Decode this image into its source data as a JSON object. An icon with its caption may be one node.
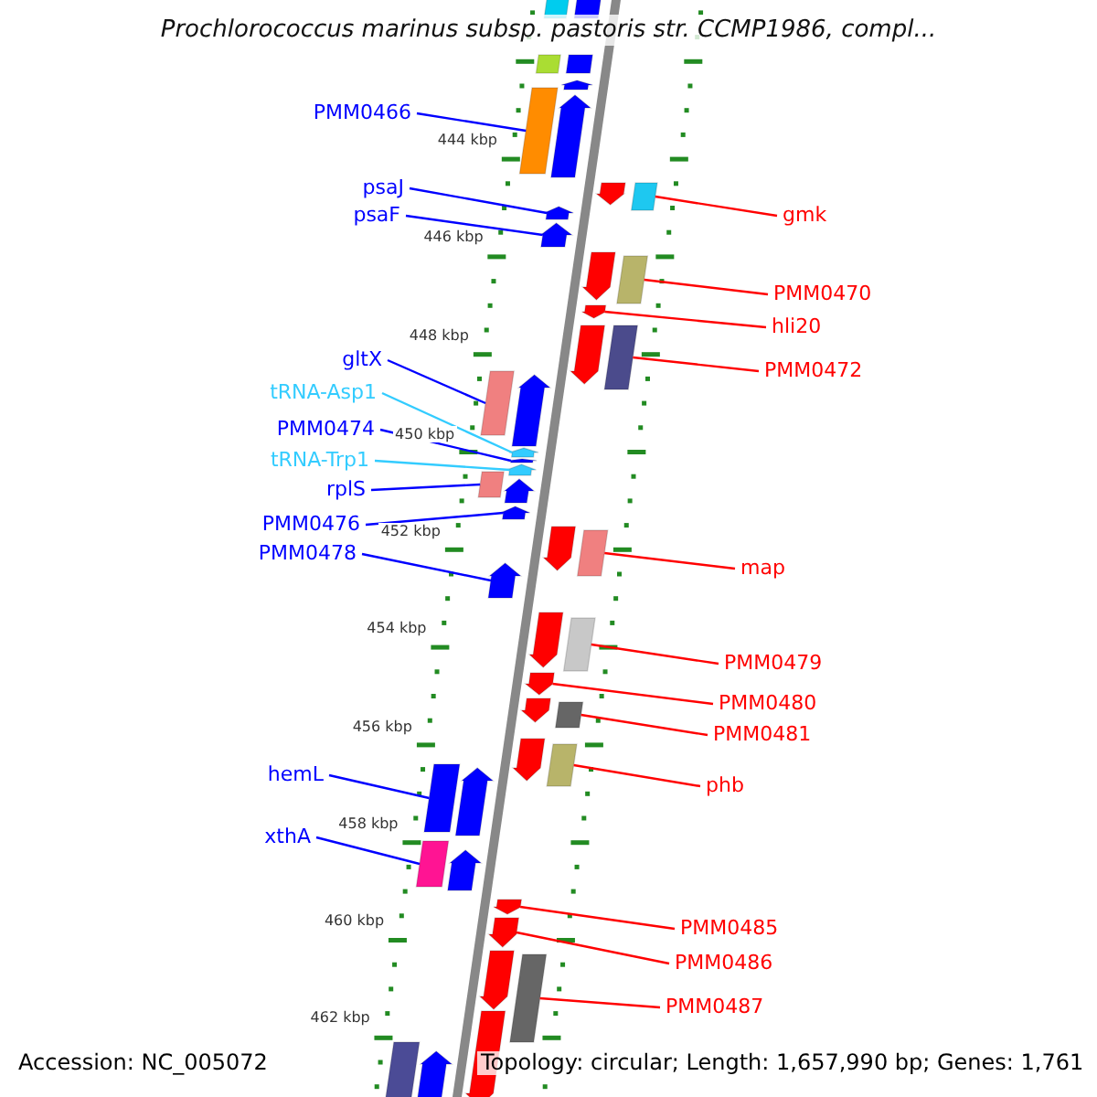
{
  "diagram": {
    "title": "Prochlorococcus marinus subsp. pastoris str. CCMP1986, compl...",
    "nodes": [
      {
        "text": [
          "PMM0466"
        ]
      },
      {
        "text": [
          "psaJ"
        ]
      },
      {
        "text": [
          "psaF"
        ]
      },
      {
        "text": [
          "gmk"
        ]
      },
      {
        "text": [
          "PMM0470"
        ]
      },
      {
        "text": [
          "hli20"
        ]
      },
      {
        "text": [
          "gltX"
        ]
      },
      {
        "text": [
          "PMM0472"
        ]
      },
      {
        "text": [
          "tRNA-Asp1"
        ]
      },
      {
        "text": [
          "PMM0474"
        ]
      },
      {
        "text": [
          "tRNA-Trp1"
        ]
      },
      {
        "text": [
          "rplS"
        ]
      },
      {
        "text": [
          "PMM0476"
        ]
      },
      {
        "text": [
          "PMM0478"
        ]
      },
      {
        "text": [
          "map"
        ]
      },
      {
        "text": [
          "PMM0479"
        ]
      },
      {
        "text": [
          "PMM0480"
        ]
      },
      {
        "text": [
          "PMM0481"
        ]
      },
      {
        "text": [
          "hemL"
        ]
      },
      {
        "text": [
          "phb"
        ]
      },
      {
        "text": [
          "xthA"
        ]
      },
      {
        "text": [
          "PMM0485"
        ]
      },
      {
        "text": [
          "PMM0486"
        ]
      },
      {
        "text": [
          "PMM0487"
        ]
      },
      {
        "text": [],
        "shape": "box"
      },
      {
        "text": [],
        "shape": "box"
      },
      {
        "text": [],
        "shape": "box"
      },
      {
        "text": [],
        "shape": "box"
      },
      {
        "text": [],
        "shape": "pentagon"
      },
      {
        "text": [],
        "shape": "box"
      },
      {
        "text": [],
        "shape": "pentagon"
      },
      {
        "text": [],
        "shape": "pentagon"
      },
      {
        "text": [],
        "shape": "pentagon"
      },
      {
        "text": [],
        "shape": "pentagon"
      },
      {
        "text": [],
        "shape": "box"
      },
      {
        "text": [],
        "shape": "pentagon"
      },
      {
        "text": [],
        "shape": "box"
      },
      {
        "text": [],
        "shape": "pentagon"
      },
      {
        "text": [],
        "shape": "pentagon"
      },
      {
        "text": [],
        "shape": "box"
      },
      {
        "text": [],
        "shape": "box"
      },
      {
        "text": [],
        "shape": "pentagon"
      },
      {
        "text": [],
        "shape": "pentagon"
      },
      {
        "text": [],
        "shape": "pentagon"
      },
      {
        "text": [],
        "shape": "pentagon"
      },
      {
        "text": [],
        "shape": "box"
      },
      {
        "text": [],
        "shape": "pentagon"
      },
      {
        "text": [],
        "shape": "pentagon"
      },
      {
        "text": [],
        "shape": "pentagon"
      },
      {
        "text": [],
        "shape": "box"
      },
      {
        "text": [],
        "shape": "pentagon"
      },
      {
        "text": [],
        "shape": "pentagon"
      },
      {
        "text": [],
        "shape": "box"
      },
      {
        "text": [],
        "shape": "pentagon"
      },
      {
        "text": [],
        "shape": "pentagon"
      },
      {
        "text": [],
        "shape": "box"
      },
      {
        "text": [],
        "shape": "pentagon"
      },
      {
        "text": [],
        "shape": "box"
      },
      {
        "text": [],
        "shape": "box"
      },
      {
        "text": [],
        "shape": "pentagon"
      },
      {
        "text": [],
        "shape": "box"
      },
      {
        "text": [],
        "shape": "pentagon"
      },
      {
        "text": [],
        "shape": "pentagon"
      },
      {
        "text": [],
        "shape": "pentagon"
      },
      {
        "text": [],
        "shape": "pentagon"
      },
      {
        "text": [],
        "shape": "box"
      },
      {
        "text": [],
        "shape": "pentagon"
      },
      {
        "text": [],
        "shape": "box"
      },
      {
        "text": [],
        "shape": "pentagon"
      }
    ],
    "edges": [
      {
        "from": 0,
        "to": 29,
        "arrow": "none",
        "color": "#0000ff"
      },
      {
        "from": 1,
        "to": 31,
        "arrow": "none",
        "color": "#0000ff"
      },
      {
        "from": 2,
        "to": 32,
        "arrow": "none",
        "color": "#0000ff"
      },
      {
        "from": 3,
        "to": 34,
        "arrow": "none",
        "color": "#ff0000"
      },
      {
        "from": 4,
        "to": 36,
        "arrow": "none",
        "color": "#ff0000"
      },
      {
        "from": 5,
        "to": 37,
        "arrow": "none",
        "color": "#ff0000"
      },
      {
        "from": 6,
        "to": 40,
        "arrow": "none",
        "color": "#0000ff"
      },
      {
        "from": 7,
        "to": 39,
        "arrow": "none",
        "color": "#ff0000"
      },
      {
        "from": 8,
        "to": 42,
        "arrow": "none",
        "color": "#33ccff"
      },
      {
        "from": 9,
        "to": 43,
        "arrow": "none",
        "color": "#0000ff"
      },
      {
        "from": 10,
        "to": 44,
        "arrow": "none",
        "color": "#33ccff"
      },
      {
        "from": 11,
        "to": 45,
        "arrow": "none",
        "color": "#0000ff"
      },
      {
        "from": 12,
        "to": 47,
        "arrow": "none",
        "color": "#0000ff"
      },
      {
        "from": 13,
        "to": 50,
        "arrow": "none",
        "color": "#0000ff"
      },
      {
        "from": 14,
        "to": 49,
        "arrow": "none",
        "color": "#ff0000"
      },
      {
        "from": 15,
        "to": 52,
        "arrow": "none",
        "color": "#ff0000"
      },
      {
        "from": 16,
        "to": 53,
        "arrow": "none",
        "color": "#ff0000"
      },
      {
        "from": 17,
        "to": 55,
        "arrow": "none",
        "color": "#ff0000"
      },
      {
        "from": 18,
        "to": 58,
        "arrow": "none",
        "color": "#0000ff"
      },
      {
        "from": 19,
        "to": 57,
        "arrow": "none",
        "color": "#ff0000"
      },
      {
        "from": 20,
        "to": 60,
        "arrow": "none",
        "color": "#0000ff"
      },
      {
        "from": 21,
        "to": 62,
        "arrow": "none",
        "color": "#ff0000"
      },
      {
        "from": 22,
        "to": 63,
        "arrow": "none",
        "color": "#ff0000"
      },
      {
        "from": 23,
        "to": 65,
        "arrow": "none",
        "color": "#ff0000"
      }
    ],
    "labels": [
      "444 kbp",
      "446 kbp",
      "448 kbp",
      "450 kbp",
      "452 kbp",
      "454 kbp",
      "456 kbp",
      "458 kbp",
      "460 kbp",
      "462 kbp",
      "Accession: NC_005072",
      "Topology: circular; Length: 1,657,990 bp; Genes: 1,761"
    ]
  }
}
